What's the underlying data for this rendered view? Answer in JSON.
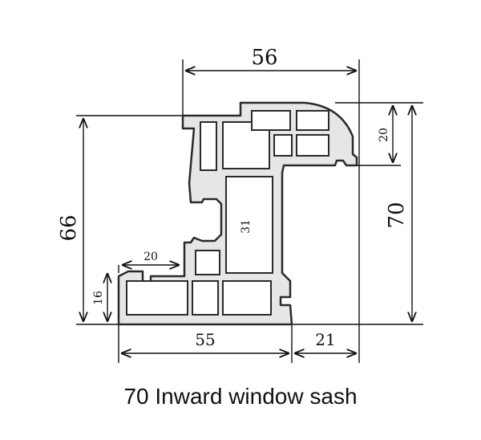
{
  "caption": "70 Inward window sash",
  "dimensions": {
    "top_width": "56",
    "right_small": "20",
    "right_height": "70",
    "left_height": "66",
    "inner_height": "31",
    "inner_width": "20",
    "bottom_left_height": "16",
    "bottom_width": "55",
    "bottom_right": "21"
  },
  "colors": {
    "profile_fill": "#e6e6e6",
    "outline": "#2a2a2a",
    "ink": "#111111"
  }
}
